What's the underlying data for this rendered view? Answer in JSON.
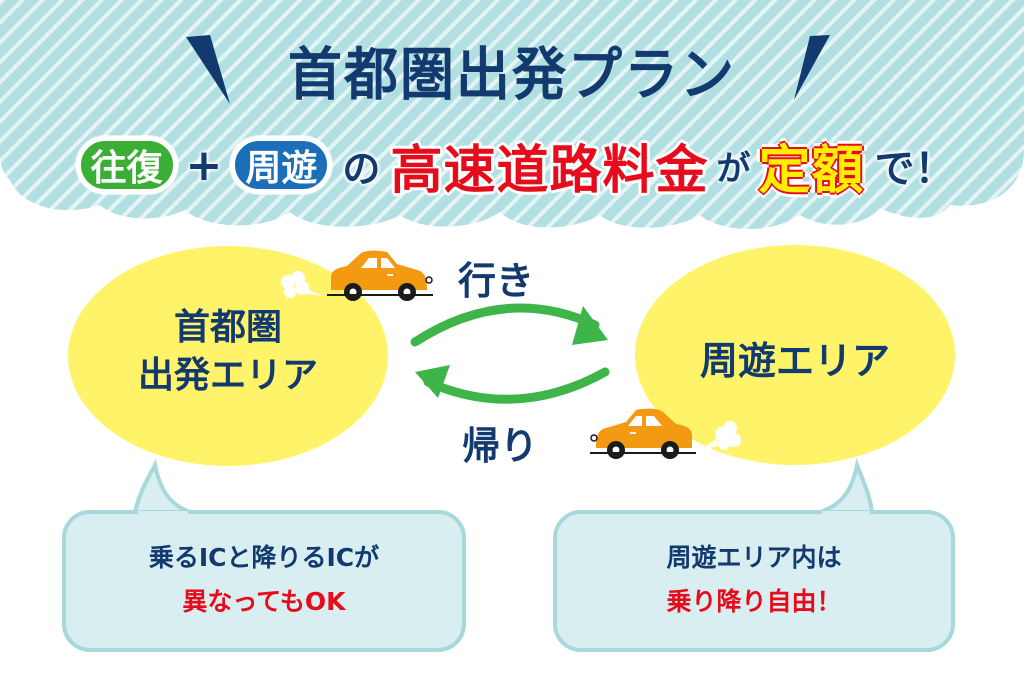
{
  "header": {
    "title": "首都圏出発プラン",
    "subtitle": {
      "pill_outbound": "往復",
      "plus": "+",
      "pill_circuit": "周遊",
      "particle_no": "の",
      "highlight": "高速道路料金",
      "particle_ga": "が",
      "fixed_rate": "定額",
      "ending": "で！"
    }
  },
  "diagram": {
    "origin_area": {
      "line1": "首都圏",
      "line2": "出発エリア"
    },
    "circuit_area": {
      "label": "周遊エリア"
    },
    "route_out_label": "行き",
    "route_return_label": "帰り",
    "icons": [
      "car-icon",
      "exhaust-cloud-icon",
      "arrow-right-icon",
      "arrow-left-icon"
    ]
  },
  "bubbles": {
    "left": {
      "line1": "乗るICと降りるICが",
      "line2": "異なってもOK"
    },
    "right": {
      "line1": "周遊エリア内は",
      "line2": "乗り降り自由！"
    }
  },
  "colors": {
    "navy": "#123a6e",
    "red": "#e60c1c",
    "yellow_highlight": "#ffee00",
    "green_pill": "#3aae35",
    "blue_pill": "#1a6fb8",
    "cloud_bg": "#b1dfe2",
    "ellipse_yellow": "#fff36a",
    "bubble_fill": "#d9eef0",
    "bubble_border": "#a7d8dc",
    "arrow_green": "#3db549",
    "car_orange": "#f39a12"
  }
}
